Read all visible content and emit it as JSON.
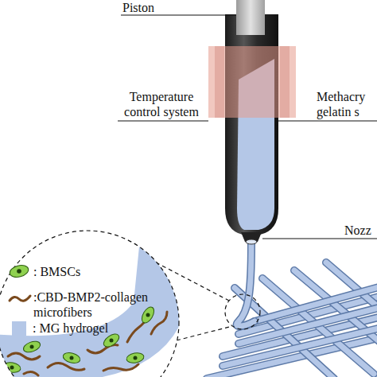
{
  "diagram": {
    "labels": [
      "Piston",
      "Temperature control system",
      "Methacry gelatin s",
      "Nozz"
    ],
    "legend": [
      {
        "text": ": BMSCs"
      },
      {
        "text": ":CBD-BMP2-collagen microfibers"
      },
      {
        "text": ": MG hydrogel",
        "color": "#b4c7e7"
      }
    ]
  }
}
